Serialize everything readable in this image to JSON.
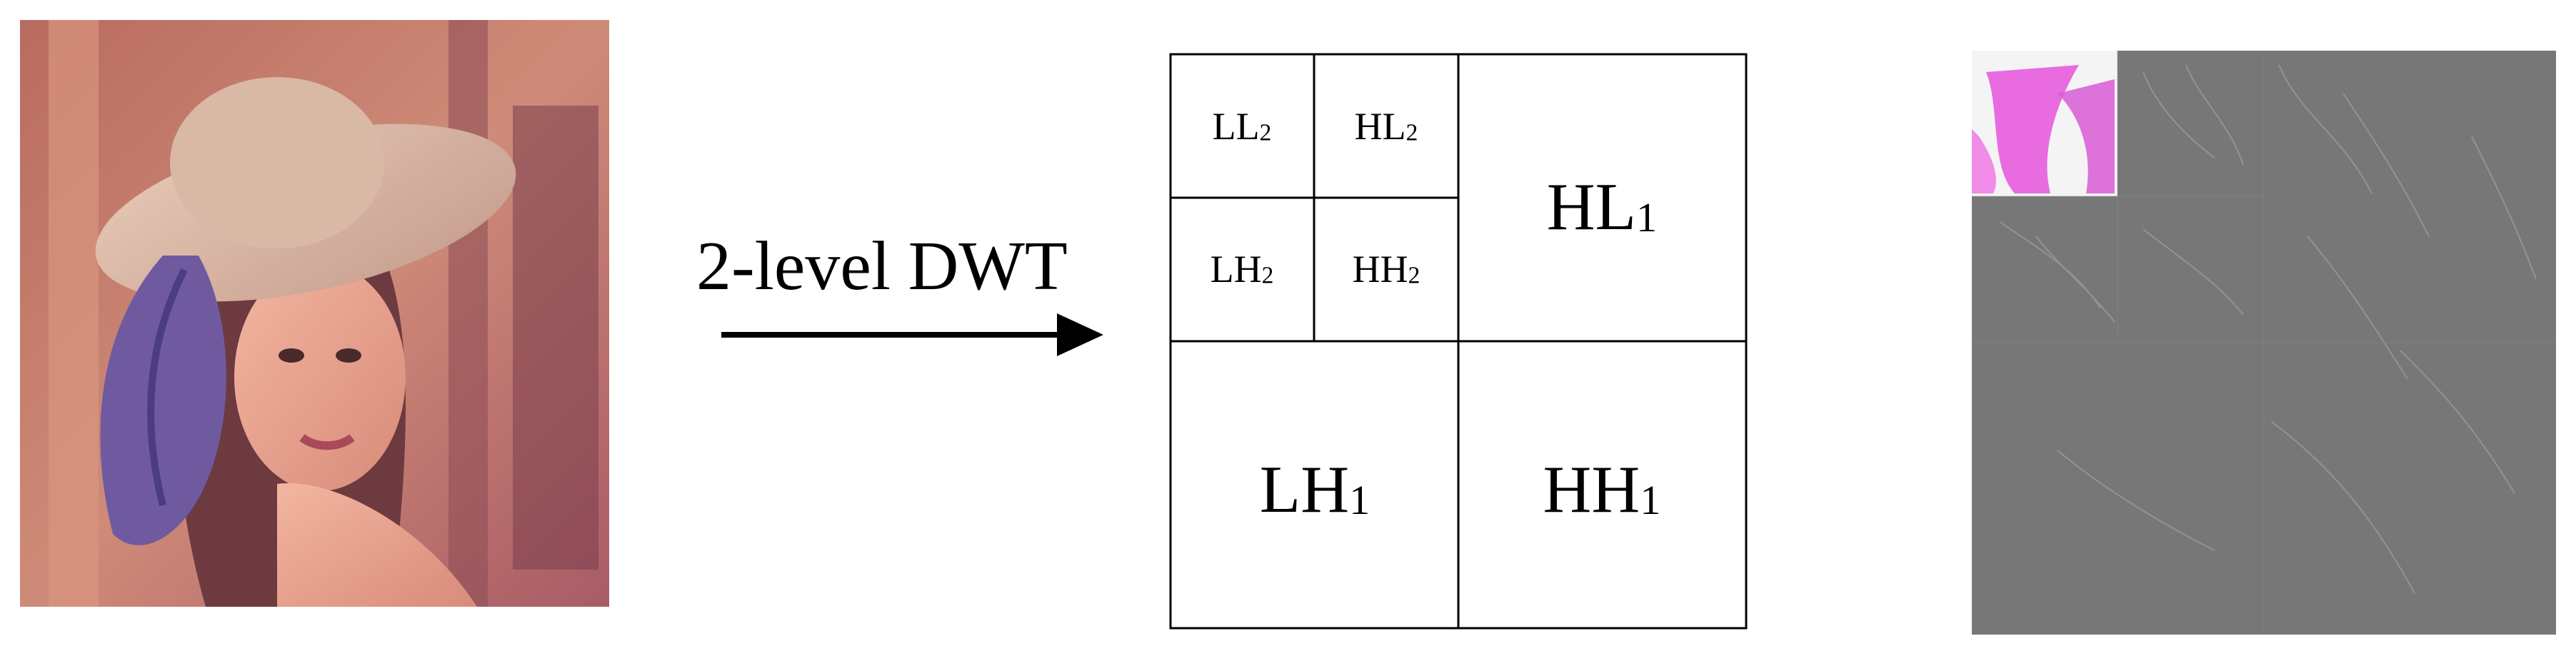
{
  "input_image": {
    "alt": "Input color photograph"
  },
  "transform": {
    "label": "2-level DWT",
    "arrow_icon": "right-arrow-icon"
  },
  "subbands": {
    "LL2": {
      "text": "LL",
      "sub": "2"
    },
    "HL2": {
      "text": "HL",
      "sub": "2"
    },
    "LH2": {
      "text": "LH",
      "sub": "2"
    },
    "HH2": {
      "text": "HH",
      "sub": "2"
    },
    "HL1": {
      "text": "HL",
      "sub": "1"
    },
    "LH1": {
      "text": "LH",
      "sub": "1"
    },
    "HH1": {
      "text": "HH",
      "sub": "1"
    }
  },
  "output_image": {
    "alt": "DWT coefficient image"
  },
  "colors": {
    "photo_background": "#c97a6e",
    "photo_hat": "#d7b5a5",
    "photo_feather": "#6f5aa0",
    "coeff_gray": "#7a7a7a",
    "coeff_ll_magenta": "#e86be0",
    "line": "#000000"
  }
}
